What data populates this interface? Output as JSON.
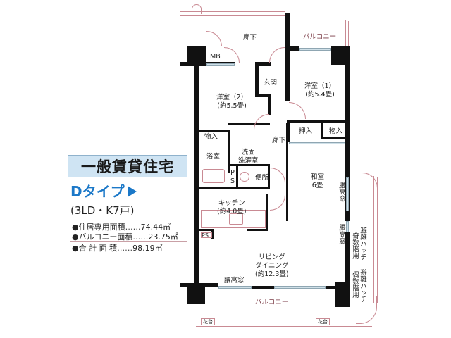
{
  "header": {
    "category": "一般賃貸住宅",
    "type_label": "Dタイプ",
    "layout": "(3LD・K7戸)"
  },
  "areas": [
    {
      "label": "●住居専用面積",
      "dots": "……",
      "value": "74.44㎡"
    },
    {
      "label": "●バルコニー面積",
      "dots": "……",
      "value": "23.75㎡"
    },
    {
      "label": "●合 計 面 積",
      "dots": "……",
      "value": "98.19㎡"
    }
  ],
  "floorplan": {
    "rooms": {
      "corridor_top": "廊下",
      "balcony_top": "バルコニー",
      "mb": "MB",
      "entrance": "玄関",
      "western_room_1": "洋室（1）",
      "western_room_1_size": "(約5.4畳)",
      "western_room_2": "洋室（2）",
      "western_room_2_size": "(約5.5畳)",
      "storage_1": "物入",
      "storage_2": "物入",
      "closet": "押入",
      "hallway": "廊下",
      "bathroom": "浴室",
      "washroom_1": "洗面",
      "washroom_2": "洗濯室",
      "ps_1": "P",
      "ps_2": "S",
      "toilet": "便所",
      "japanese_room": "和室",
      "japanese_room_size": "6畳",
      "kitchen": "キッチン",
      "kitchen_size": "(約4.0畳)",
      "ps_kitchen": "PS",
      "living_1": "リビング",
      "living_2": "ダイニング",
      "living_size": "(約12.3畳)",
      "waist_window_bottom": "腰高窓",
      "waist_window_right_1": "腰高窓",
      "waist_window_right_2": "腰高窓",
      "balcony_bottom": "バルコニー",
      "hatch_1": "避難ハッチ",
      "hatch_1_floor": "奇数階用",
      "hatch_2": "避難ハッチ",
      "hatch_2_floor": "偶数階用",
      "planter_1": "花台",
      "planter_2": "花台"
    }
  }
}
